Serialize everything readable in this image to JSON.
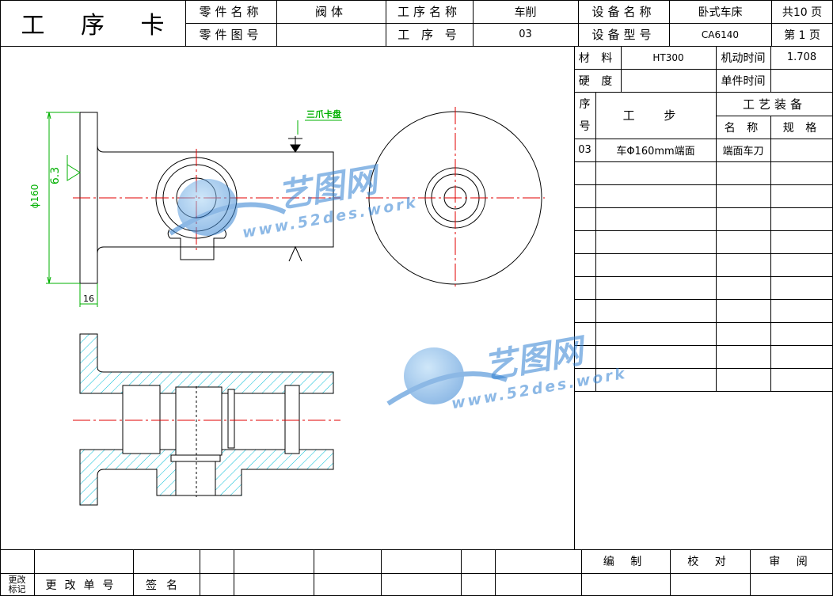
{
  "header": {
    "title": "工 序 卡",
    "part_name_label": "零件名称",
    "part_name": "阀体",
    "process_name_label": "工序名称",
    "process_name": "车削",
    "equipment_name_label": "设备名称",
    "equipment_name": "卧式车床",
    "total_pages": "共10 页",
    "part_drawing_no_label": "零件图号",
    "part_drawing_no": "",
    "process_no_label": "工 序 号",
    "process_no": "03",
    "equipment_model_label": "设备型号",
    "equipment_model": "CA6140",
    "page_no": "第 1 页"
  },
  "info": {
    "material_label": "材 料",
    "material": "HT300",
    "machine_time_label": "机动时间",
    "machine_time": "1.708",
    "hardness_label": "硬 度",
    "hardness": "",
    "unit_time_label": "单件时间",
    "unit_time": ""
  },
  "steps_table": {
    "seq_label": "序 号",
    "step_label": "工 步",
    "equipment_label": "工艺装备",
    "name_label": "名 称",
    "spec_label": "规 格",
    "rows": [
      {
        "seq": "03",
        "step": "车Φ160mm端面",
        "name": "端面车刀",
        "spec": ""
      }
    ]
  },
  "drawing": {
    "chuck_label": "三爪卡盘",
    "dia_label": "ϕ160",
    "roughness_label": "6.3",
    "width_label": "16"
  },
  "footer": {
    "change_mark_label": "更改标记",
    "change_order_label": "更改单号",
    "sign_label": "签名",
    "compile_label": "编 制",
    "check_label": "校 对",
    "review_label": "审 阅"
  },
  "watermark": {
    "brand": "艺图网",
    "url": "www.52des.work"
  }
}
